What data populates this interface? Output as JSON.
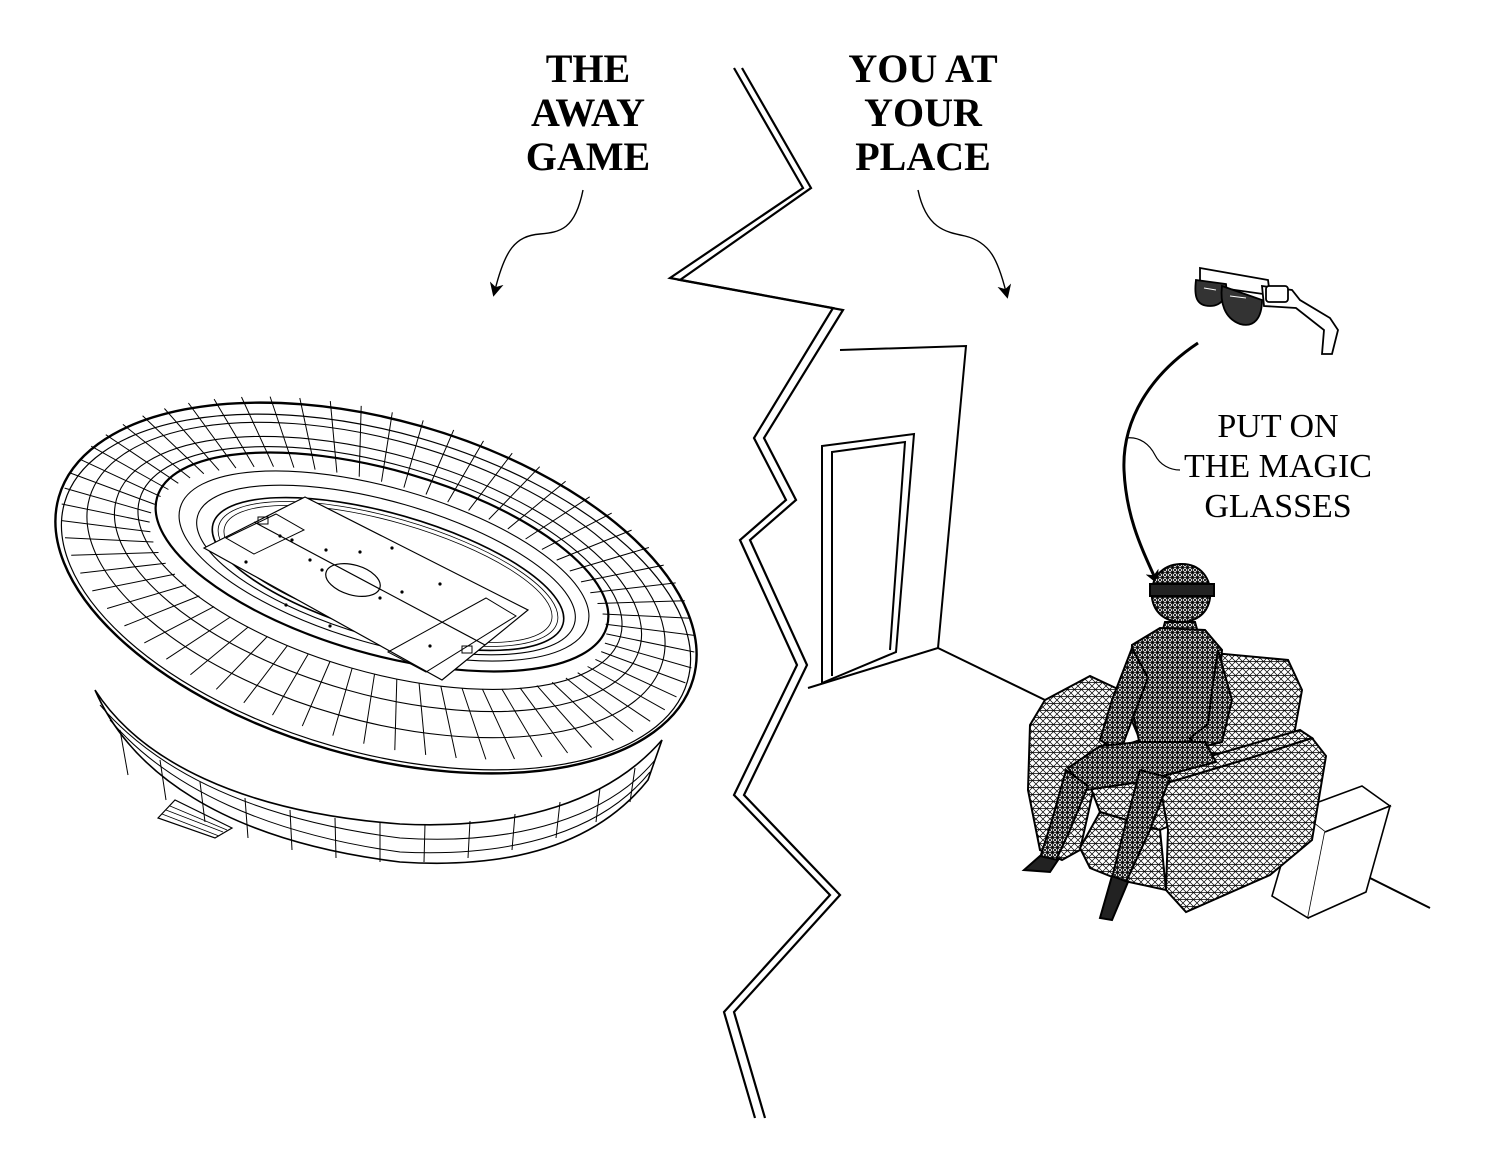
{
  "labels": {
    "away_game": [
      "THE",
      "AWAY",
      "GAME"
    ],
    "you_at_your_place": [
      "YOU AT",
      "YOUR",
      "PLACE"
    ],
    "magic_glasses": [
      "PUT ON",
      "THE MAGIC",
      "GLASSES"
    ]
  },
  "icons": {
    "stadium": "stadium-illustration",
    "room": "room-illustration",
    "person": "seated-person-illustration",
    "glasses": "ar-glasses-illustration"
  },
  "colors": {
    "ink": "#000000",
    "paper": "#ffffff"
  }
}
